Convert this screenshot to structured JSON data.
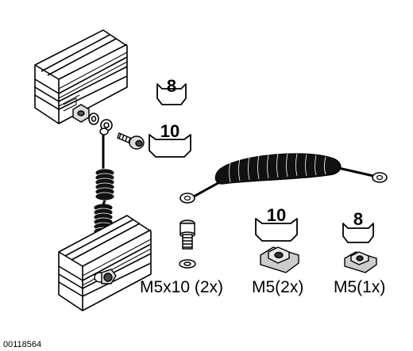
{
  "wrench_sizes": {
    "top_small": "8",
    "top_large": "10",
    "nut_m5_2x": "10",
    "nut_m5_1x": "8"
  },
  "parts": {
    "screw": "M5x10 (2x)",
    "nut_2x": "M5(2x)",
    "nut_1x": "M5(1x)"
  },
  "document_number": "00118564",
  "colors": {
    "line": "#000000",
    "cable": "#111111",
    "background": "#ffffff"
  }
}
